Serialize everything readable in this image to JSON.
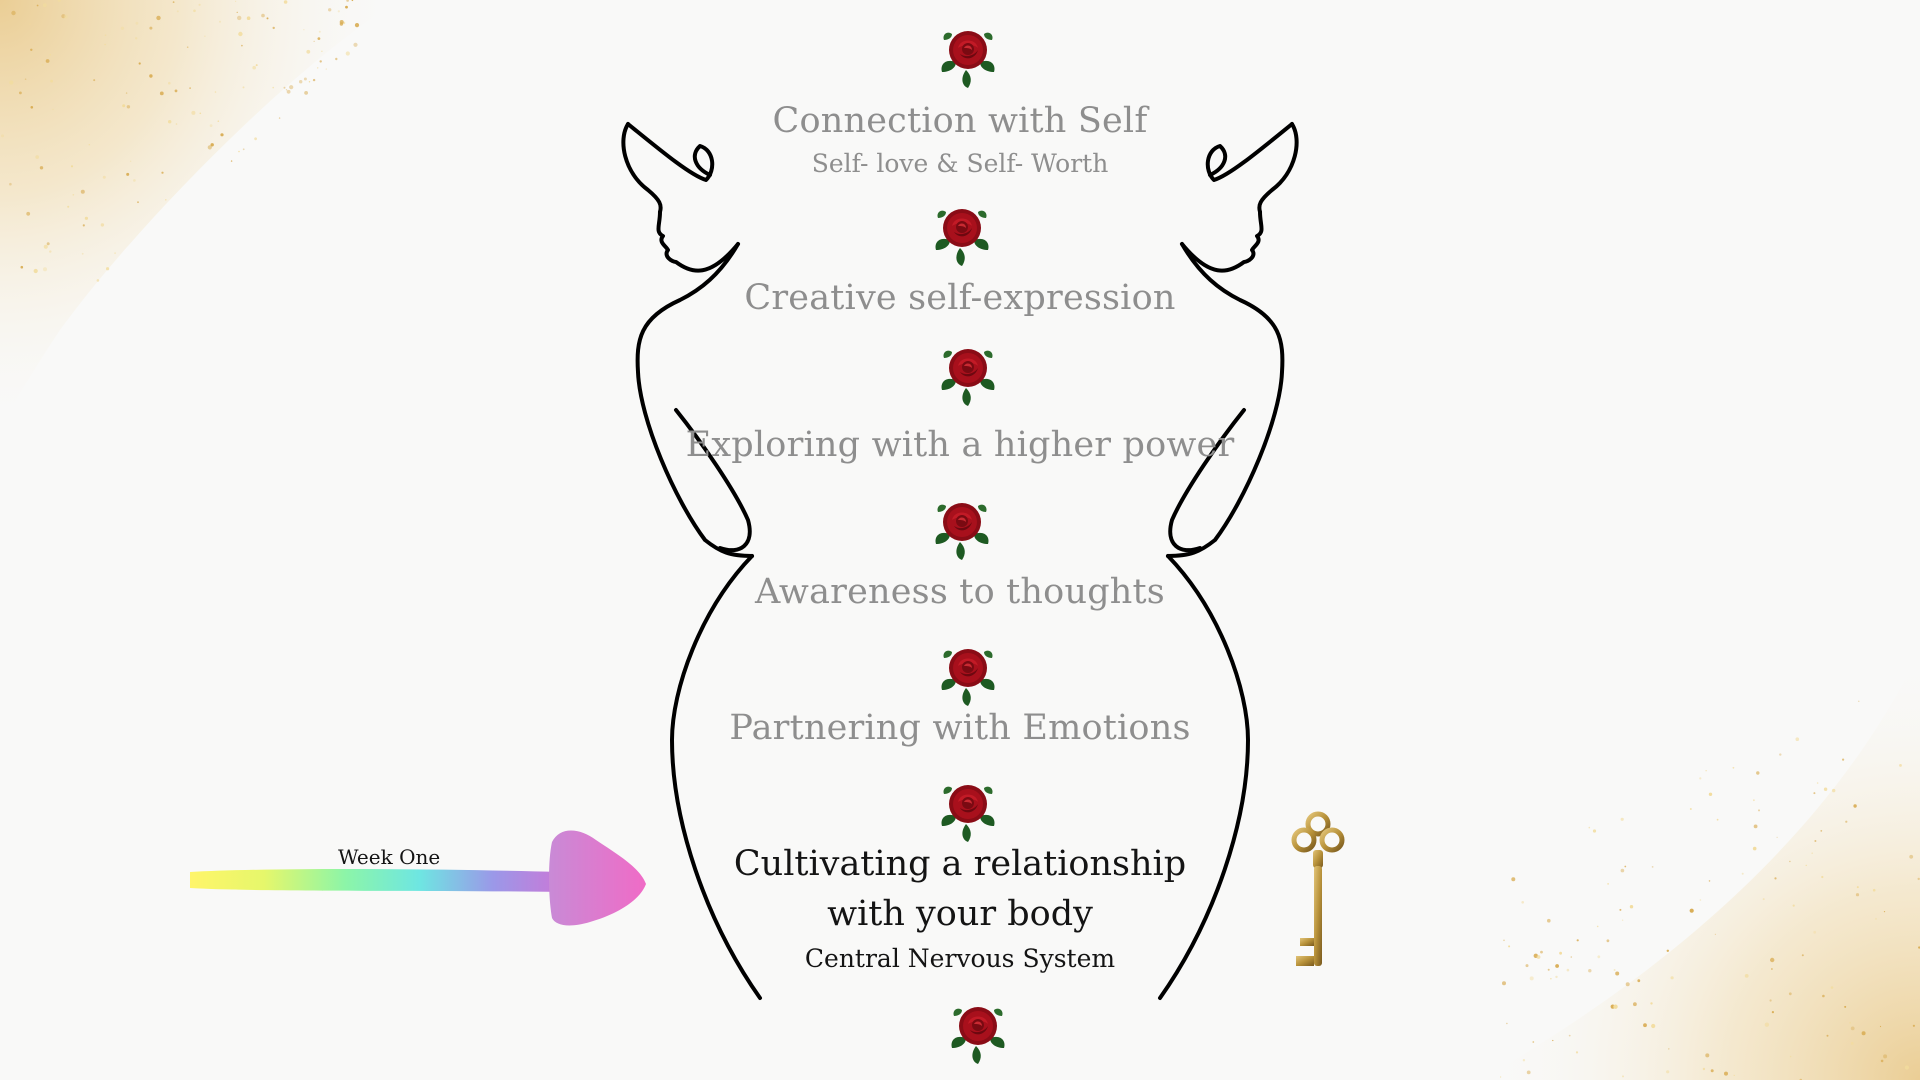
{
  "steps": [
    {
      "title": "Connection with Self",
      "subtitle": "Self- love & Self- Worth"
    },
    {
      "title": "Creative self-expression"
    },
    {
      "title": "Exploring with a higher power"
    },
    {
      "title": "Awareness to thoughts"
    },
    {
      "title": "Partnering with Emotions"
    },
    {
      "title_line1": "Cultivating a relationship",
      "title_line2": "with your body",
      "subtitle": "Central Nervous System"
    }
  ],
  "marker": {
    "label": "Week One",
    "points_to_step": 6
  },
  "icons": [
    "rose-icon",
    "key-icon",
    "arrow-icon",
    "silhouette-left",
    "silhouette-right",
    "gold-glitter"
  ],
  "colors": {
    "text_muted": "#8e8e8e",
    "text_active": "#141414",
    "rose": "#9b0f1a",
    "leaf": "#1e5a22",
    "key_gold": "#b8923a",
    "background": "#f9f9f8"
  }
}
